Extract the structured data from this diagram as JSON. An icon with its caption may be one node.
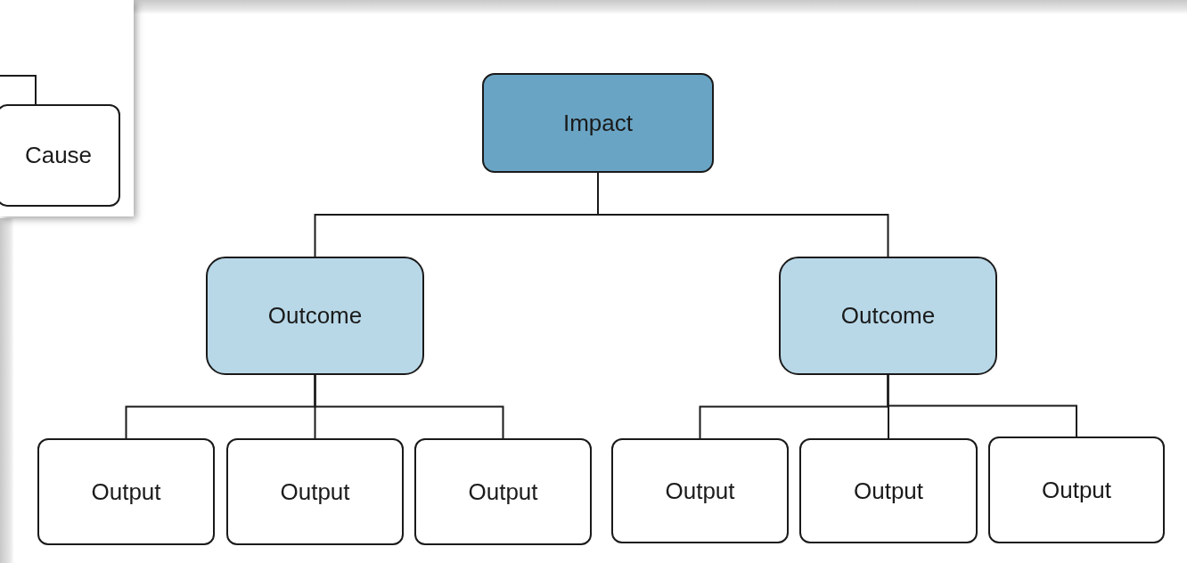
{
  "diagram": {
    "nodes": [
      {
        "text": [
          "Cause"
        ]
      },
      {
        "text": [
          "Impact"
        ]
      },
      {
        "text": [
          "Outcome"
        ]
      },
      {
        "text": [
          "Outcome"
        ]
      },
      {
        "text": [
          "Output"
        ]
      },
      {
        "text": [
          "Output"
        ]
      },
      {
        "text": [
          "Output"
        ]
      },
      {
        "text": [
          "Output"
        ]
      },
      {
        "text": [
          "Output"
        ]
      },
      {
        "text": [
          "Output"
        ]
      }
    ],
    "edges": [
      {
        "from": null,
        "to": 0,
        "arrow": "none"
      },
      {
        "from": 1,
        "to": 2,
        "arrow": "none"
      },
      {
        "from": 1,
        "to": 3,
        "arrow": "none"
      },
      {
        "from": 2,
        "to": 4,
        "arrow": "none"
      },
      {
        "from": 2,
        "to": 5,
        "arrow": "none"
      },
      {
        "from": 2,
        "to": 6,
        "arrow": "none"
      },
      {
        "from": 3,
        "to": 7,
        "arrow": "none"
      },
      {
        "from": 3,
        "to": 8,
        "arrow": "none"
      },
      {
        "from": 3,
        "to": 9,
        "arrow": "none"
      }
    ]
  }
}
